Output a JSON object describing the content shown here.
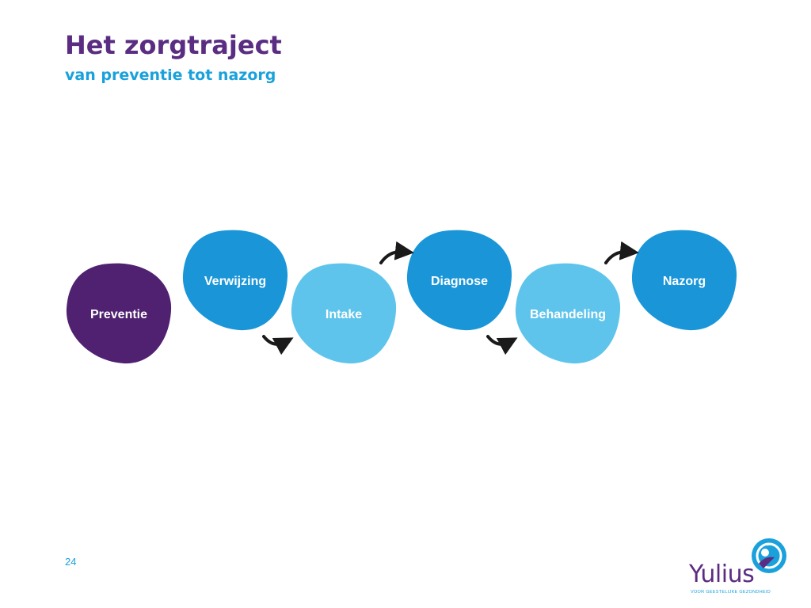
{
  "slide": {
    "title": "Het zorgtraject",
    "subtitle": "van preventie tot nazorg",
    "page_number": "24"
  },
  "steps": [
    {
      "label": "Preventie",
      "color": "#4f2170"
    },
    {
      "label": "Verwijzing",
      "color": "#1a96d8"
    },
    {
      "label": "Intake",
      "color": "#5ec4ec"
    },
    {
      "label": "Diagnose",
      "color": "#1a96d8"
    },
    {
      "label": "Behandeling",
      "color": "#5ec4ec"
    },
    {
      "label": "Nazorg",
      "color": "#1a96d8"
    }
  ],
  "arrows": {
    "color": "#1a1a1a",
    "icon": "curved-arrow-icon"
  },
  "logo": {
    "name": "Yulius",
    "tagline": "VOOR GEESTELIJKE GEZONDHEID",
    "colors": {
      "purple": "#5a2d82",
      "blue": "#1aa1dc"
    }
  },
  "colors": {
    "title": "#5a2d82",
    "subtitle": "#1aa1dc"
  }
}
